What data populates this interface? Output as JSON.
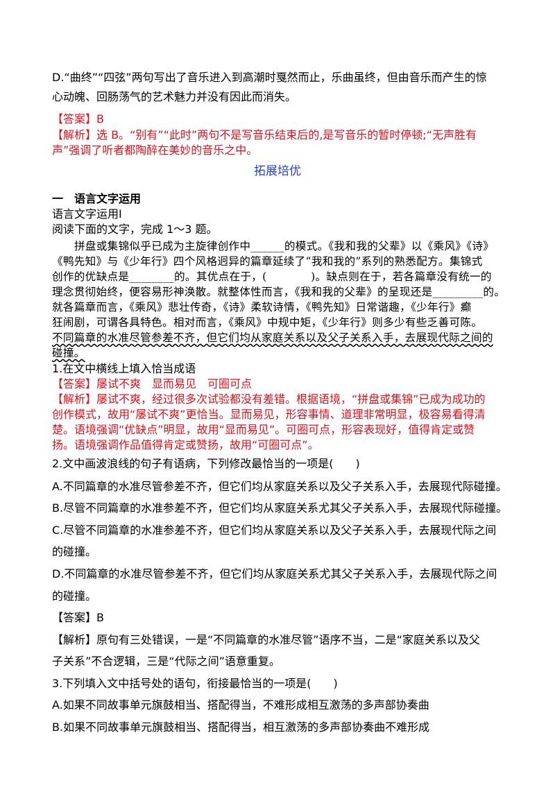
{
  "prev_question": {
    "option_d_line1": "D.“曲终”“四弦”两句写出了音乐进入到高潮时戛然而止，乐曲虽终，但由音乐而产生的惊",
    "option_d_line2": "心动魄、回肠荡气的艺术魅力并没有因此而消失。",
    "answer": "【答案】B",
    "analysis_line1": "【解析】选 B。“别有”“此时”两句不是写音乐结束后的,是写音乐的暂时停顿;“无声胜有",
    "analysis_line2": "声”强调了听者都陶醉在美妙的音乐之中。"
  },
  "section_title": "拓展培优",
  "part_heading": "一　语言文字运用",
  "sub_heading": "语言文字运用Ⅰ",
  "instruction": "阅读下面的文字，完成 1～3 题。",
  "passage": {
    "line1": "拼盘或集锦似乎已成为主旋律创作中______的模式。《我和我的父辈》以《乘风》《诗》",
    "line2": "《鸭先知》与《少年行》四个风格迥异的篇章延续了“我和我的”系列的熟悉配方。集锦式",
    "line3": "创作的优缺点是________的。其优点在于，(　　　　)。缺点则在于，若各篇章没有统一的",
    "line4": "理念贯彻始终，便容易形神涣散。就整体性而言，《我和我的父辈》的呈现还是_________的。",
    "line5": "就各篇章而言，《乘风》悲壮传奇，《诗》柔软诗情，《鸭先知》日常谐趣，《少年行》癫",
    "line6": "狂闹剧，可谓各具特色。相对而言，《乘风》中规中矩，《少年行》则多少有些乏善可陈。",
    "line7": "不同篇章的水准尽管参差不齐，但它们均从家庭关系以及父子关系入手，去展现代际之间的",
    "line8": "碰撞。"
  },
  "q1": {
    "stem": "1.在文中横线上填入恰当成语",
    "answer": "【答案】屡试不爽　显而易见　可圈可点",
    "analysis_line1": "【解析】屡试不爽，经过很多次试验都没有差错。根据语境，“拼盘或集锦”已成为成功的",
    "analysis_line2": "创作模式，故用“屡试不爽”更恰当。显而易见，形容事情、道理非常明显，极容易看得清",
    "analysis_line3": "楚。语境强调“优缺点”明显，故用“显而易见”。可圈可点，形容表现好，值得肯定或赞",
    "analysis_line4": "扬。语境强调作品值得肯定或赞扬，故用“可圈可点”。"
  },
  "q2": {
    "stem": "2.文中画波浪线的句子有语病，下列修改最恰当的一项是(　　)",
    "option_a": "A.不同篇章的水准尽管参差不齐，但它们均从家庭关系以及父子关系入手，去展现代际碰撞。",
    "option_b": "B.尽管不同篇章的水准参差不齐，但它们均从家庭关系尤其父子关系入手，去展现代际碰撞。",
    "option_c_line1": "C.尽管不同篇章的水准参差不齐，但它们均从家庭关系以及父子关系入手，去展现代际之间",
    "option_c_line2": "的碰撞。",
    "option_d_line1": "D.不同篇章的水准尽管参差不齐，但它们均从家庭关系尤其父子关系入手，去展现代际之间",
    "option_d_line2": "的碰撞。",
    "answer": "【答案】B",
    "analysis_line1": "【解析】原句有三处错误，一是“不同篇章的水准尽管”语序不当，二是“家庭关系以及父",
    "analysis_line2": "子关系”不合逻辑，三是“代际之间”语意重复。"
  },
  "q3": {
    "stem": "3.下列填入文中括号处的语句，衔接最恰当的一项是(　　)",
    "option_a": "A.如果不同故事单元旗鼓相当、搭配得当，不难形成相互激荡的多声部协奏曲",
    "option_b": "B.如果不同故事单元旗鼓相当、搭配得当，相互激荡的多声部协奏曲不难形成"
  },
  "colors": {
    "answer_red": "#e0101b",
    "title_blue": "#1f3fd6"
  }
}
